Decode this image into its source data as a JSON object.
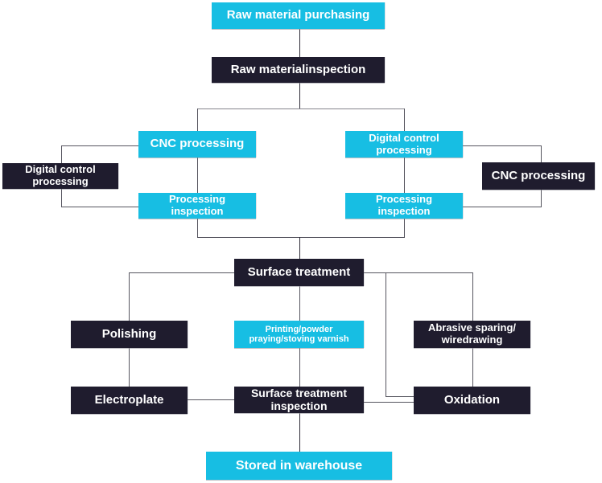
{
  "colors": {
    "cyan_box": "#17bee3",
    "dark_box": "#1f1c2e",
    "line": "#56555f",
    "line_dark": "#2e2c38",
    "line_light": "#85848c",
    "text": "#ffffff",
    "background": "#ffffff"
  },
  "diagram": {
    "type": "flowchart",
    "nodes": {
      "raw_purchasing": {
        "label": "Raw material purchasing",
        "style": "cyan"
      },
      "raw_inspection": {
        "label": "Raw materialinspection",
        "style": "dark"
      },
      "cnc_left": {
        "label": "CNC processing",
        "style": "cyan"
      },
      "digital_left": {
        "label": "Digital control\nprocessing",
        "style": "dark"
      },
      "proc_insp_left": {
        "label": "Processing\ninspection",
        "style": "cyan"
      },
      "digital_right": {
        "label": "Digital control\nprocessing",
        "style": "cyan"
      },
      "cnc_right": {
        "label": "CNC processing",
        "style": "dark"
      },
      "proc_insp_right": {
        "label": "Processing\ninspection",
        "style": "cyan"
      },
      "surface_treatment": {
        "label": "Surface treatment",
        "style": "dark"
      },
      "polishing": {
        "label": "Polishing",
        "style": "dark"
      },
      "printing": {
        "label": "Printing/powder\npraying/stoving varnish",
        "style": "cyan"
      },
      "abrasive": {
        "label": "Abrasive sparing/\nwiredrawing",
        "style": "dark"
      },
      "electroplate": {
        "label": "Electroplate",
        "style": "dark"
      },
      "surface_treatment_inspection": {
        "label": "Surface treatment\ninspection",
        "style": "dark"
      },
      "oxidation": {
        "label": "Oxidation",
        "style": "dark"
      },
      "stored": {
        "label": "Stored in warehouse",
        "style": "cyan"
      }
    }
  }
}
